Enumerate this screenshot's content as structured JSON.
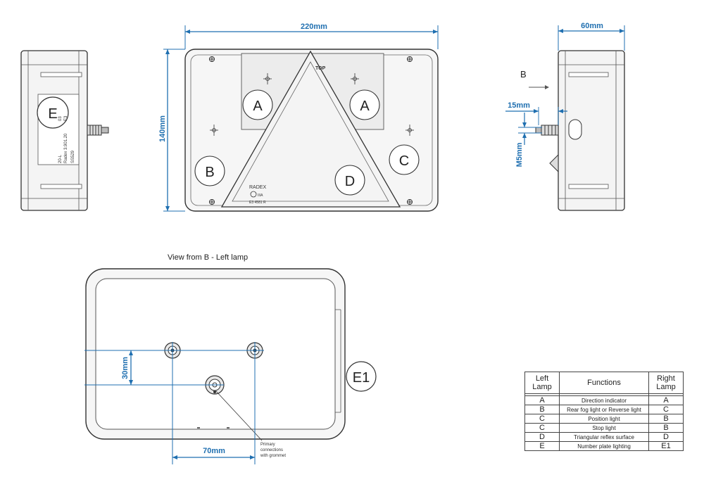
{
  "dimensions": {
    "width_top": "220mm",
    "height_left": "140mm",
    "depth_side": "60mm",
    "stud_length": "15mm",
    "stud_thread": "M5mm",
    "hole_vertical": "30mm",
    "hole_horizontal": "70mm"
  },
  "front_view": {
    "labels": {
      "a_left": "A",
      "a_right": "A",
      "b": "B",
      "c": "C",
      "d": "D"
    },
    "top_mark": "TOP",
    "brand": "RADEX",
    "reflex_code": "IIIA",
    "reflex_number": "E3 4581 R"
  },
  "left_view": {
    "e_label": "E",
    "marking_lines": [
      "Radex 3.901.20",
      "E3",
      "20-L",
      "03",
      "SS529"
    ]
  },
  "side_view": {
    "arrow_label": "B"
  },
  "rear_view": {
    "caption": "View from B  - Left lamp",
    "e1_label": "E1",
    "grommet_note": [
      "Primary",
      "connections",
      "with grommet"
    ]
  },
  "table": {
    "headers": {
      "left": [
        "Left",
        "Lamp"
      ],
      "functions": "Functions",
      "right": [
        "Right",
        "Lamp"
      ]
    },
    "rows": [
      {
        "left": "A",
        "func": "Direction  indicator",
        "right": "A"
      },
      {
        "left": "B",
        "func": "Rear fog light or Reverse light",
        "right": "C"
      },
      {
        "left": "C",
        "func": "Position light",
        "right": "B"
      },
      {
        "left": "C",
        "func": "Stop light",
        "right": "B"
      },
      {
        "left": "D",
        "func": "Triangular reflex surface",
        "right": "D"
      },
      {
        "left": "E",
        "func": "Number plate lighting",
        "right": "E1"
      }
    ]
  },
  "colors": {
    "dimension": "#1f6fb0",
    "outline": "#333333",
    "fill": "#f4f4f4"
  }
}
